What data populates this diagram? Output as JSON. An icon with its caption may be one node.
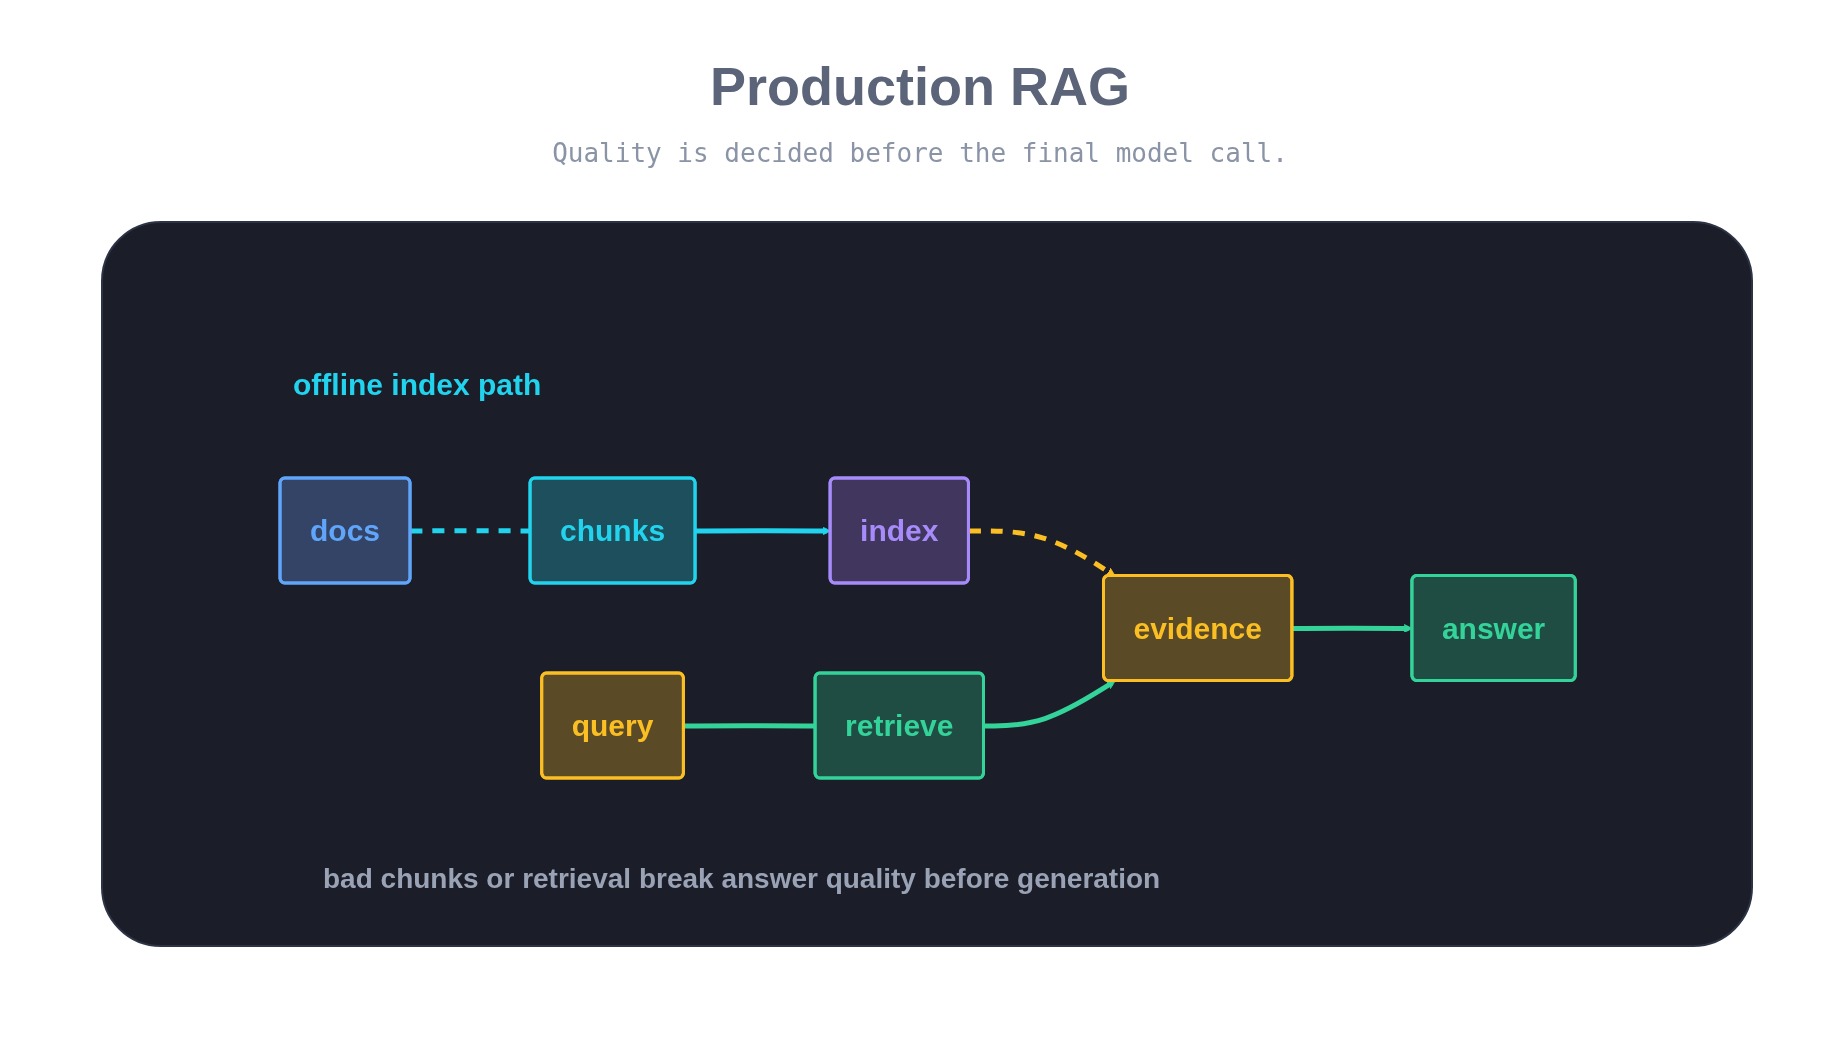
{
  "diagram": {
    "title": "Production RAG",
    "caption": "Quality is decided before the final model call.",
    "nodes": [
      {
        "text": [
          "docs"
        ]
      },
      {
        "text": [
          "chunks"
        ]
      },
      {
        "text": [
          "index"
        ]
      },
      {
        "text": [
          "query"
        ]
      },
      {
        "text": [
          "retrieve"
        ]
      },
      {
        "text": [
          "evidence"
        ]
      },
      {
        "text": [
          "answer"
        ]
      }
    ],
    "edges": [
      {
        "from": 0,
        "to": 1,
        "arrow": "none",
        "style": "dashed",
        "color": "#22d3ee"
      },
      {
        "from": 1,
        "to": 2,
        "arrow": "to",
        "color": "#22d3ee"
      },
      {
        "from": 2,
        "to": 5,
        "arrow": "to",
        "style": "dashed",
        "color": "#fbbf24"
      },
      {
        "from": 3,
        "to": 4,
        "arrow": "none",
        "color": "#34d399"
      },
      {
        "from": 4,
        "to": 5,
        "arrow": "to",
        "color": "#34d399"
      },
      {
        "from": 5,
        "to": 6,
        "arrow": "to",
        "color": "#34d399"
      }
    ],
    "labels": [
      "offline index path",
      "bad chunks or retrieval break answer quality before generation"
    ]
  }
}
